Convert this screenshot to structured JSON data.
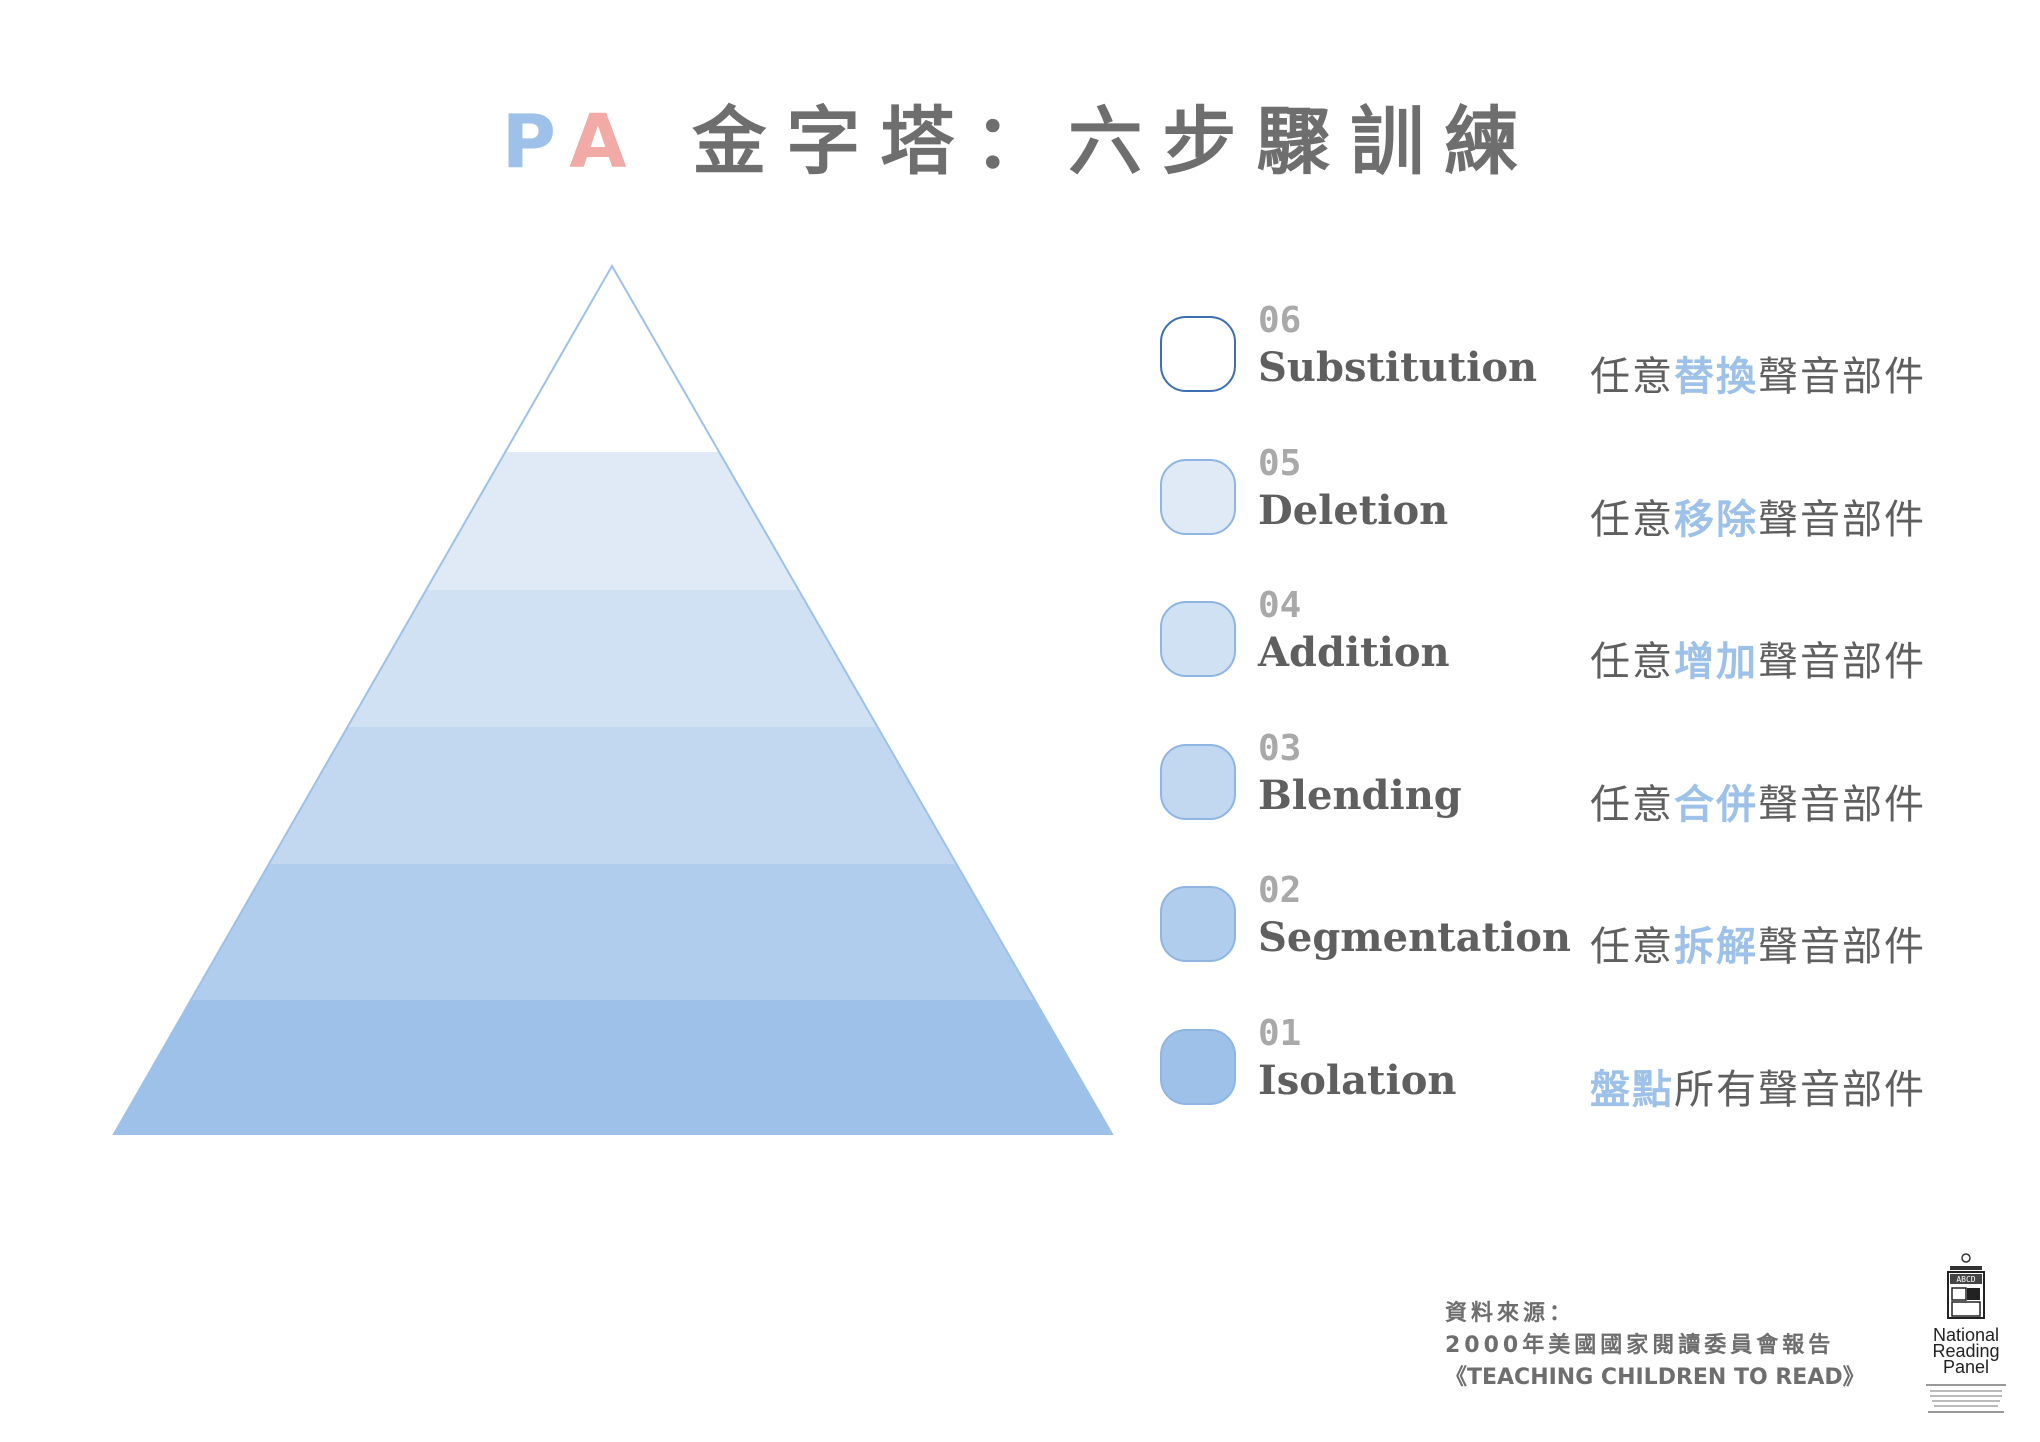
{
  "title": {
    "prefix_p": "P",
    "prefix_a": "A",
    "main": " 金字塔：六步驟訓練"
  },
  "pyramid_colors": [
    "#9dc1e8",
    "#b1cdee",
    "#c2d8f1",
    "#d1e1f4",
    "#e0eaf7",
    "#ffffff"
  ],
  "pyramid_outline_color": "#9dc1e8",
  "levels": [
    {
      "num": "06",
      "name": "Substitution",
      "desc_pre": "任意",
      "desc_hl": "替換",
      "desc_post": "聲音部件",
      "color": "#ffffff",
      "border": "#3e6fb0"
    },
    {
      "num": "05",
      "name": "Deletion",
      "desc_pre": "任意",
      "desc_hl": "移除",
      "desc_post": "聲音部件",
      "color": "#e0eaf7",
      "border": "#8fb5e3"
    },
    {
      "num": "04",
      "name": "Addition",
      "desc_pre": "任意",
      "desc_hl": "增加",
      "desc_post": "聲音部件",
      "color": "#d1e1f4",
      "border": "#8fb5e3"
    },
    {
      "num": "03",
      "name": "Blending",
      "desc_pre": "任意",
      "desc_hl": "合併",
      "desc_post": "聲音部件",
      "color": "#c2d8f1",
      "border": "#8fb5e3"
    },
    {
      "num": "02",
      "name": "Segmentation",
      "desc_pre": "任意",
      "desc_hl": "拆解",
      "desc_post": "聲音部件",
      "color": "#b1cdee",
      "border": "#8fb5e3"
    },
    {
      "num": "01",
      "name": "Isolation",
      "desc_pre": "",
      "desc_hl": "盤點",
      "desc_post": "所有聲音部件",
      "color": "#9dc1e8",
      "border": "#8fb5e3"
    }
  ],
  "source": {
    "label": "資料來源：",
    "line2": "2000年美國國家閱讀委員會報告",
    "line3": "《TEACHING CHILDREN TO READ》"
  },
  "logo": {
    "blocks": "ABCD",
    "word1": "National",
    "word2": "Reading",
    "word3": "Panel"
  }
}
